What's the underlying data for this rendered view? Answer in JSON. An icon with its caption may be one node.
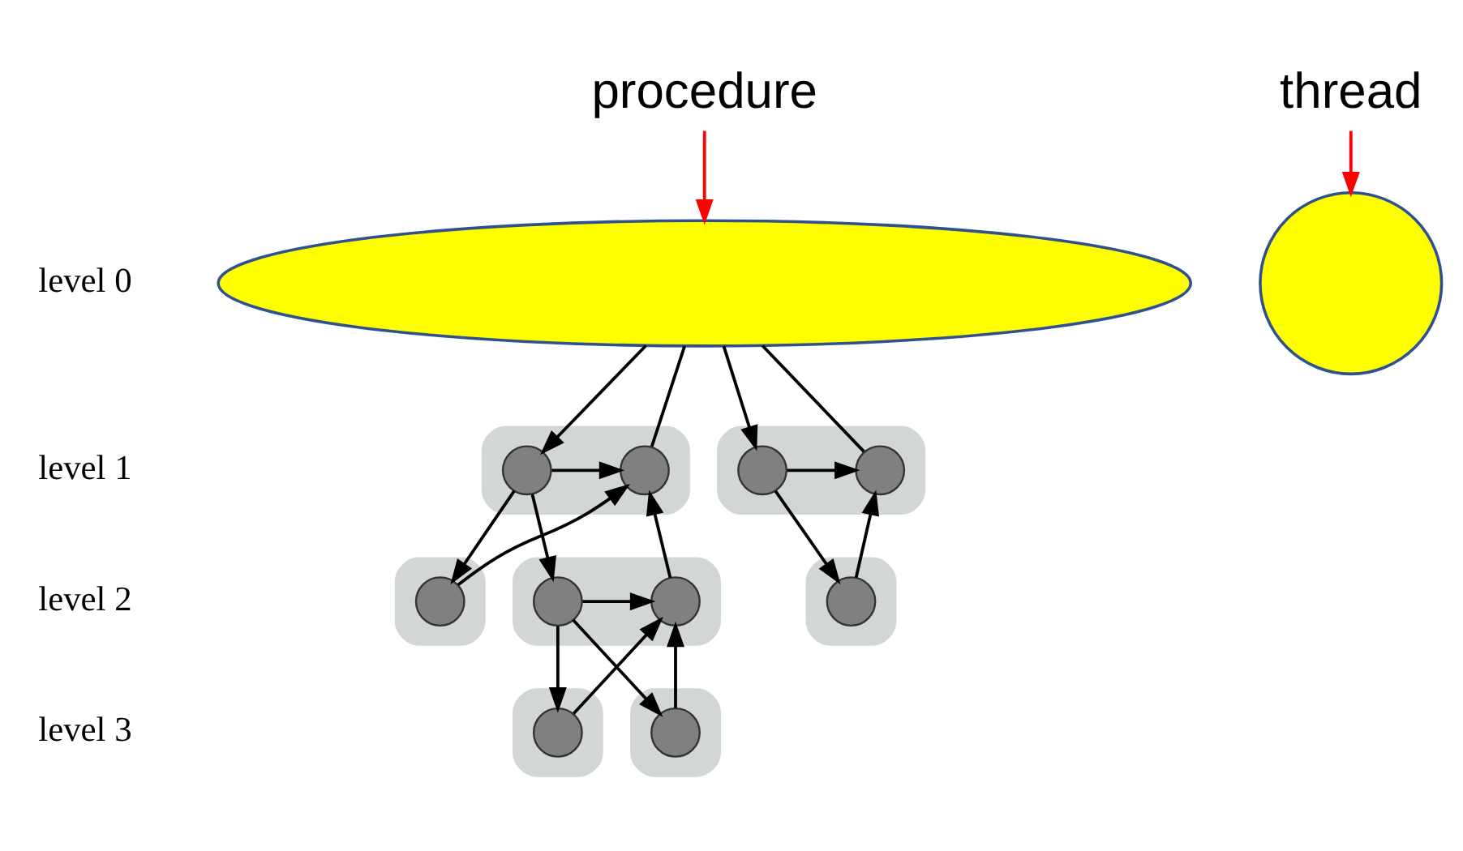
{
  "diagram": {
    "nodes": [
      {
        "text": [
          "procedure"
        ]
      },
      {
        "text": [
          "thread"
        ]
      },
      {
        "text": [],
        "shape": "ellipse"
      },
      {
        "text": [],
        "shape": "circle"
      },
      {
        "text": [],
        "shape": "box"
      },
      {
        "text": [],
        "shape": "circle",
        "in": 4
      },
      {
        "text": [],
        "shape": "circle",
        "in": 4
      },
      {
        "text": [],
        "shape": "box"
      },
      {
        "text": [],
        "shape": "circle",
        "in": 7
      },
      {
        "text": [],
        "shape": "circle",
        "in": 7
      },
      {
        "text": [],
        "shape": "box"
      },
      {
        "text": [],
        "shape": "circle",
        "in": 10
      },
      {
        "text": [],
        "shape": "box"
      },
      {
        "text": [],
        "shape": "circle",
        "in": 12
      },
      {
        "text": [],
        "shape": "circle",
        "in": 12
      },
      {
        "text": [],
        "shape": "box"
      },
      {
        "text": [],
        "shape": "circle",
        "in": 15
      },
      {
        "text": [],
        "shape": "box"
      },
      {
        "text": [],
        "shape": "circle",
        "in": 17
      },
      {
        "text": [],
        "shape": "box"
      },
      {
        "text": [],
        "shape": "circle",
        "in": 19
      }
    ],
    "edges": [
      {
        "from": 0,
        "to": 2,
        "arrow": "to",
        "color": "#ff0000"
      },
      {
        "from": 1,
        "to": 3,
        "arrow": "to",
        "color": "#ff0000"
      },
      {
        "from": 2,
        "to": 5,
        "arrow": "to"
      },
      {
        "from": 6,
        "to": 2,
        "arrow": "none"
      },
      {
        "from": 2,
        "to": 8,
        "arrow": "to"
      },
      {
        "from": 9,
        "to": 2,
        "arrow": "none"
      },
      {
        "from": 5,
        "to": 6,
        "arrow": "to"
      },
      {
        "from": 5,
        "to": 11,
        "arrow": "to"
      },
      {
        "from": 5,
        "to": 13,
        "arrow": "to"
      },
      {
        "from": 11,
        "to": 6,
        "arrow": "to"
      },
      {
        "from": 14,
        "to": 6,
        "arrow": "to"
      },
      {
        "from": 13,
        "to": 14,
        "arrow": "to"
      },
      {
        "from": 13,
        "to": 18,
        "arrow": "to"
      },
      {
        "from": 13,
        "to": 20,
        "arrow": "to"
      },
      {
        "from": 18,
        "to": 14,
        "arrow": "to"
      },
      {
        "from": 20,
        "to": 14,
        "arrow": "to"
      },
      {
        "from": 8,
        "to": 9,
        "arrow": "to"
      },
      {
        "from": 8,
        "to": 16,
        "arrow": "to"
      },
      {
        "from": 16,
        "to": 9,
        "arrow": "to"
      }
    ],
    "labels": [
      "level 0",
      "level 1",
      "level 2",
      "level 3"
    ]
  }
}
